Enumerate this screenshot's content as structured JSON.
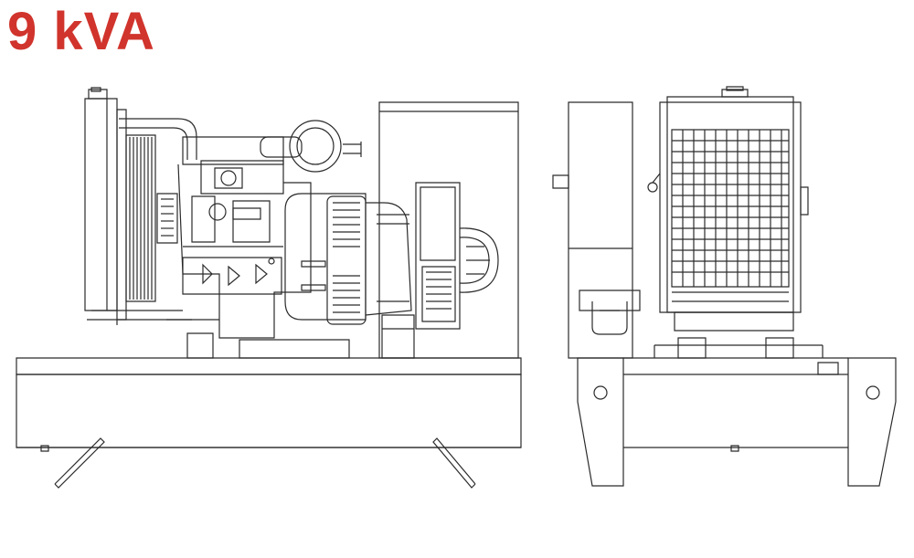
{
  "title": {
    "text": "9 kVA",
    "color": "#d0342c"
  },
  "drawing": {
    "line_color": "#2b2b2b",
    "views": [
      "side-view",
      "end-view"
    ]
  }
}
